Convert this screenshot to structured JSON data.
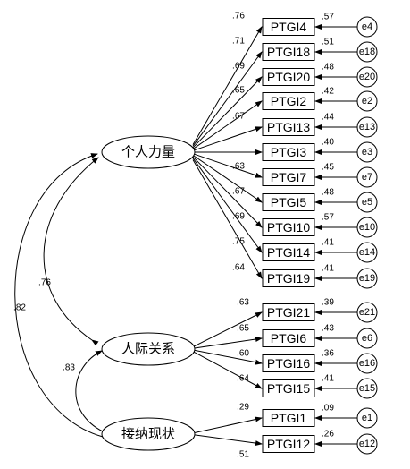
{
  "factors": [
    {
      "id": "f1",
      "label": "个人力量"
    },
    {
      "id": "f2",
      "label": "人际关系"
    },
    {
      "id": "f3",
      "label": "接纳现状"
    }
  ],
  "items": [
    {
      "label": "PTGI4",
      "factor": "f1",
      "loading": ".76",
      "r2": ".57",
      "error": "e4"
    },
    {
      "label": "PTGI18",
      "factor": "f1",
      "loading": ".71",
      "r2": ".51",
      "error": "e18"
    },
    {
      "label": "PTGI20",
      "factor": "f1",
      "loading": ".69",
      "r2": ".48",
      "error": "e20"
    },
    {
      "label": "PTGI2",
      "factor": "f1",
      "loading": ".65",
      "r2": ".42",
      "error": "e2"
    },
    {
      "label": "PTGI13",
      "factor": "f1",
      "loading": ".67",
      "r2": ".44",
      "error": "e13"
    },
    {
      "label": "PTGI3",
      "factor": "f1",
      "loading": "",
      "r2": ".40",
      "error": "e3"
    },
    {
      "label": "PTGI7",
      "factor": "f1",
      "loading": ".63",
      "r2": ".45",
      "error": "e7"
    },
    {
      "label": "PTGI5",
      "factor": "f1",
      "loading": ".67",
      "r2": ".48",
      "error": "e5"
    },
    {
      "label": "PTGI10",
      "factor": "f1",
      "loading": ".69",
      "r2": ".57",
      "error": "e10"
    },
    {
      "label": "PTGI14",
      "factor": "f1",
      "loading": ".75",
      "r2": ".41",
      "error": "e14"
    },
    {
      "label": "PTGI19",
      "factor": "f1",
      "loading": ".64",
      "r2": ".41",
      "error": "e19"
    },
    {
      "label": "PTGI21",
      "factor": "f2",
      "loading": ".63",
      "r2": ".39",
      "error": "e21"
    },
    {
      "label": "PTGI6",
      "factor": "f2",
      "loading": ".65",
      "r2": ".43",
      "error": "e6"
    },
    {
      "label": "PTGI16",
      "factor": "f2",
      "loading": ".60",
      "r2": ".36",
      "error": "e16"
    },
    {
      "label": "PTGI15",
      "factor": "f2",
      "loading": ".64",
      "r2": ".41",
      "error": "e15"
    },
    {
      "label": "PTGI1",
      "factor": "f3",
      "loading": ".29",
      "r2": ".09",
      "error": "e1"
    },
    {
      "label": "PTGI12",
      "factor": "f3",
      "loading": ".51",
      "r2": ".26",
      "error": "e12"
    }
  ],
  "correlations": [
    {
      "from": "f1",
      "to": "f2",
      "value": ".76"
    },
    {
      "from": "f1",
      "to": "f3",
      "value": ".82"
    },
    {
      "from": "f2",
      "to": "f3",
      "value": ".83"
    }
  ]
}
